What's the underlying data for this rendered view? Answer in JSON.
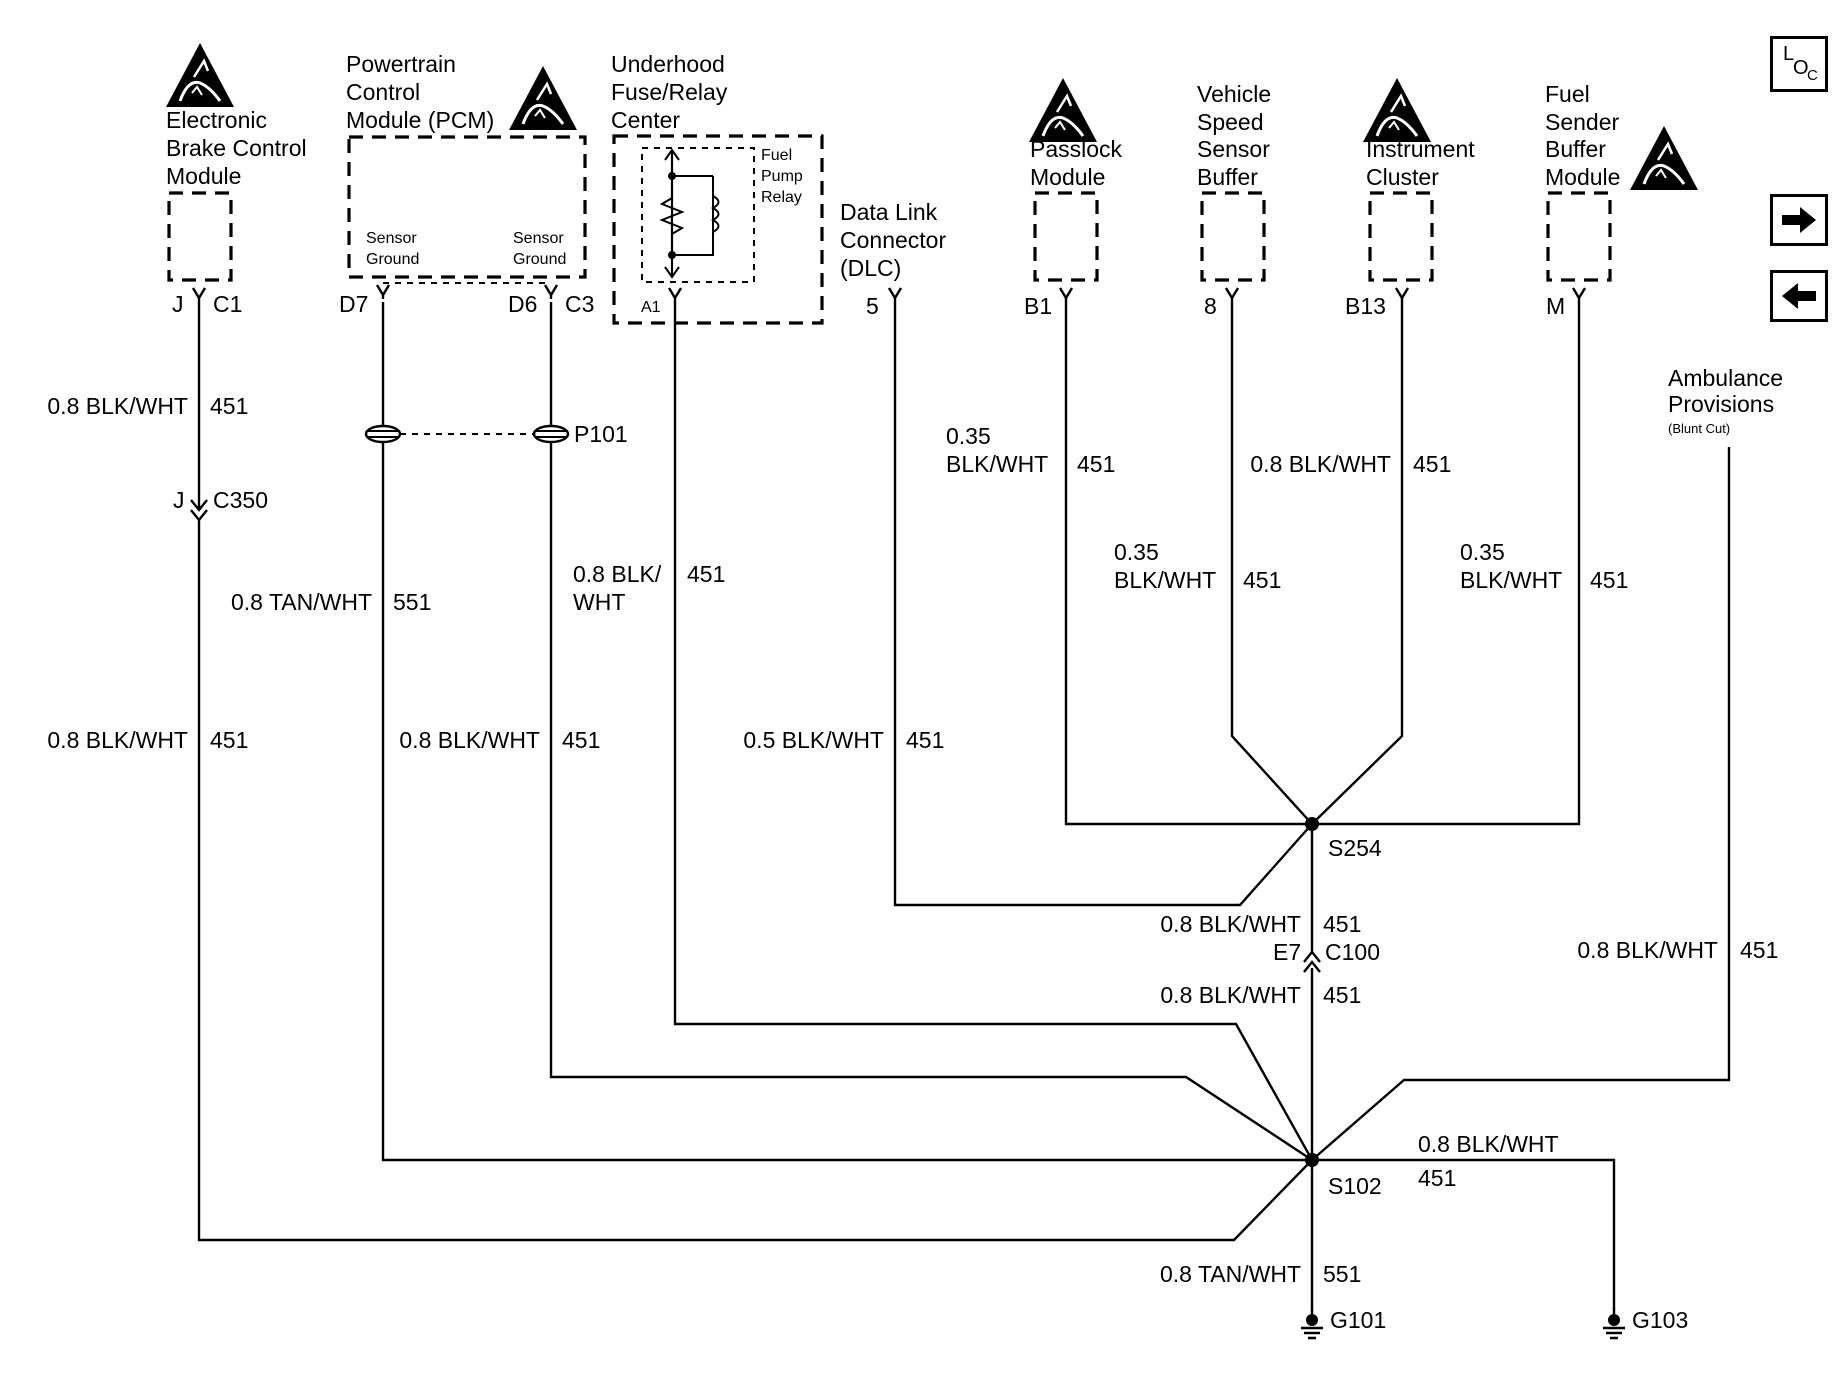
{
  "components": {
    "ebcm": [
      "Electronic",
      "Brake Control",
      "Module"
    ],
    "pcm": [
      "Powertrain",
      "Control",
      "Module (PCM)"
    ],
    "pcm_sensor_ground": [
      "Sensor",
      "Ground"
    ],
    "fuse_center": [
      "Underhood",
      "Fuse/Relay",
      "Center"
    ],
    "fuel_pump_relay": [
      "Fuel",
      "Pump",
      "Relay"
    ],
    "dlc": [
      "Data Link",
      "Connector",
      "(DLC)"
    ],
    "passlock": [
      "Passlock",
      "Module"
    ],
    "vss_buffer": [
      "Vehicle",
      "Speed",
      "Sensor",
      "Buffer"
    ],
    "instrument_cluster": [
      "Instrument",
      "Cluster"
    ],
    "fuel_sender": [
      "Fuel",
      "Sender",
      "Buffer",
      "Module"
    ],
    "ambulance": [
      "Ambulance",
      "Provisions",
      "(Blunt Cut)"
    ]
  },
  "pins": {
    "ebcm_pin": "J",
    "ebcm_conn": "C1",
    "pcm_pin_left": "D7",
    "pcm_pin_right": "D6",
    "pcm_conn": "C3",
    "relay_pin": "A1",
    "dlc_pin": "5",
    "passlock_pin": "B1",
    "vss_pin": "8",
    "ic_pin": "B13",
    "fuel_pin": "M"
  },
  "connectors": {
    "c350_pin": "J",
    "c350": "C350",
    "p101": "P101",
    "c100_pin": "E7",
    "c100": "C100"
  },
  "splices": {
    "s254": "S254",
    "s102": "S102"
  },
  "grounds": {
    "g101": "G101",
    "g103": "G103"
  },
  "wires": {
    "w_ebcm_top": {
      "gauge": "0.8 BLK/WHT",
      "circuit": "451"
    },
    "w_ebcm_bottom": {
      "gauge": "0.8 BLK/WHT",
      "circuit": "451"
    },
    "w_pcm_d7": {
      "gauge": "0.8 TAN/WHT",
      "circuit": "551"
    },
    "w_pcm_d6": {
      "gauge": "0.8 BLK/WHT",
      "circuit": "451"
    },
    "w_relay": {
      "gauge_1": "0.8 BLK/",
      "gauge_2": "WHT",
      "circuit": "451"
    },
    "w_dlc": {
      "gauge": "0.5 BLK/WHT",
      "circuit": "451"
    },
    "w_passlock": {
      "gauge_1": "0.35",
      "gauge_2": "BLK/WHT",
      "circuit": "451"
    },
    "w_vss": {
      "gauge_1": "0.35",
      "gauge_2": "BLK/WHT",
      "circuit": "451"
    },
    "w_ic": {
      "gauge": "0.8 BLK/WHT",
      "circuit": "451"
    },
    "w_fuel": {
      "gauge_1": "0.35",
      "gauge_2": "BLK/WHT",
      "circuit": "451"
    },
    "w_s254_c100": {
      "gauge": "0.8 BLK/WHT",
      "circuit": "451"
    },
    "w_c100_s102": {
      "gauge": "0.8 BLK/WHT",
      "circuit": "451"
    },
    "w_ambulance": {
      "gauge": "0.8 BLK/WHT",
      "circuit": "451"
    },
    "w_g103": {
      "gauge": "0.8 BLK/WHT",
      "circuit": "451"
    },
    "w_g101": {
      "gauge": "0.8 TAN/WHT",
      "circuit": "551"
    }
  },
  "nav": {
    "loc": [
      "L",
      "O",
      "C"
    ]
  },
  "icons": {
    "esd": "esd-warning-icon",
    "ground": "ground-icon",
    "forward": "arrow-right-icon",
    "back": "arrow-left-icon"
  }
}
